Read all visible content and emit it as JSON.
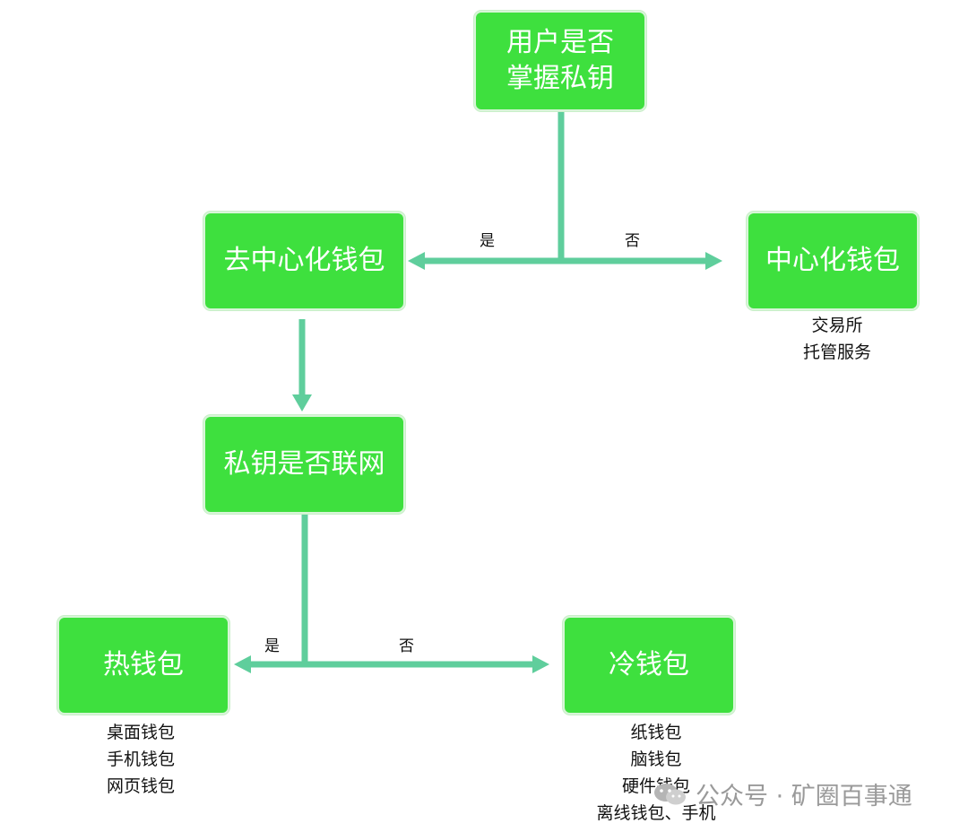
{
  "nodes": {
    "root": {
      "line1": "用户是否",
      "line2": "掌握私钥"
    },
    "decentralized": "去中心化钱包",
    "centralized": "中心化钱包",
    "online": "私钥是否联网",
    "hot": "热钱包",
    "cold": "冷钱包"
  },
  "edge_labels": {
    "top_yes": "是",
    "top_no": "否",
    "bottom_yes": "是",
    "bottom_no": "否"
  },
  "notes": {
    "centralized": [
      "交易所",
      "托管服务"
    ],
    "hot": [
      "桌面钱包",
      "手机钱包",
      "网页钱包"
    ],
    "cold": [
      "纸钱包",
      "脑钱包",
      "硬件钱包",
      "离线钱包、手机"
    ]
  },
  "watermark": {
    "text": "公众号 · 矿圈百事通",
    "icon": "wechat-icon"
  },
  "colors": {
    "node_fill": "#3ee03e",
    "edge": "#5fce9c",
    "watermark": "#9a9a9a"
  }
}
